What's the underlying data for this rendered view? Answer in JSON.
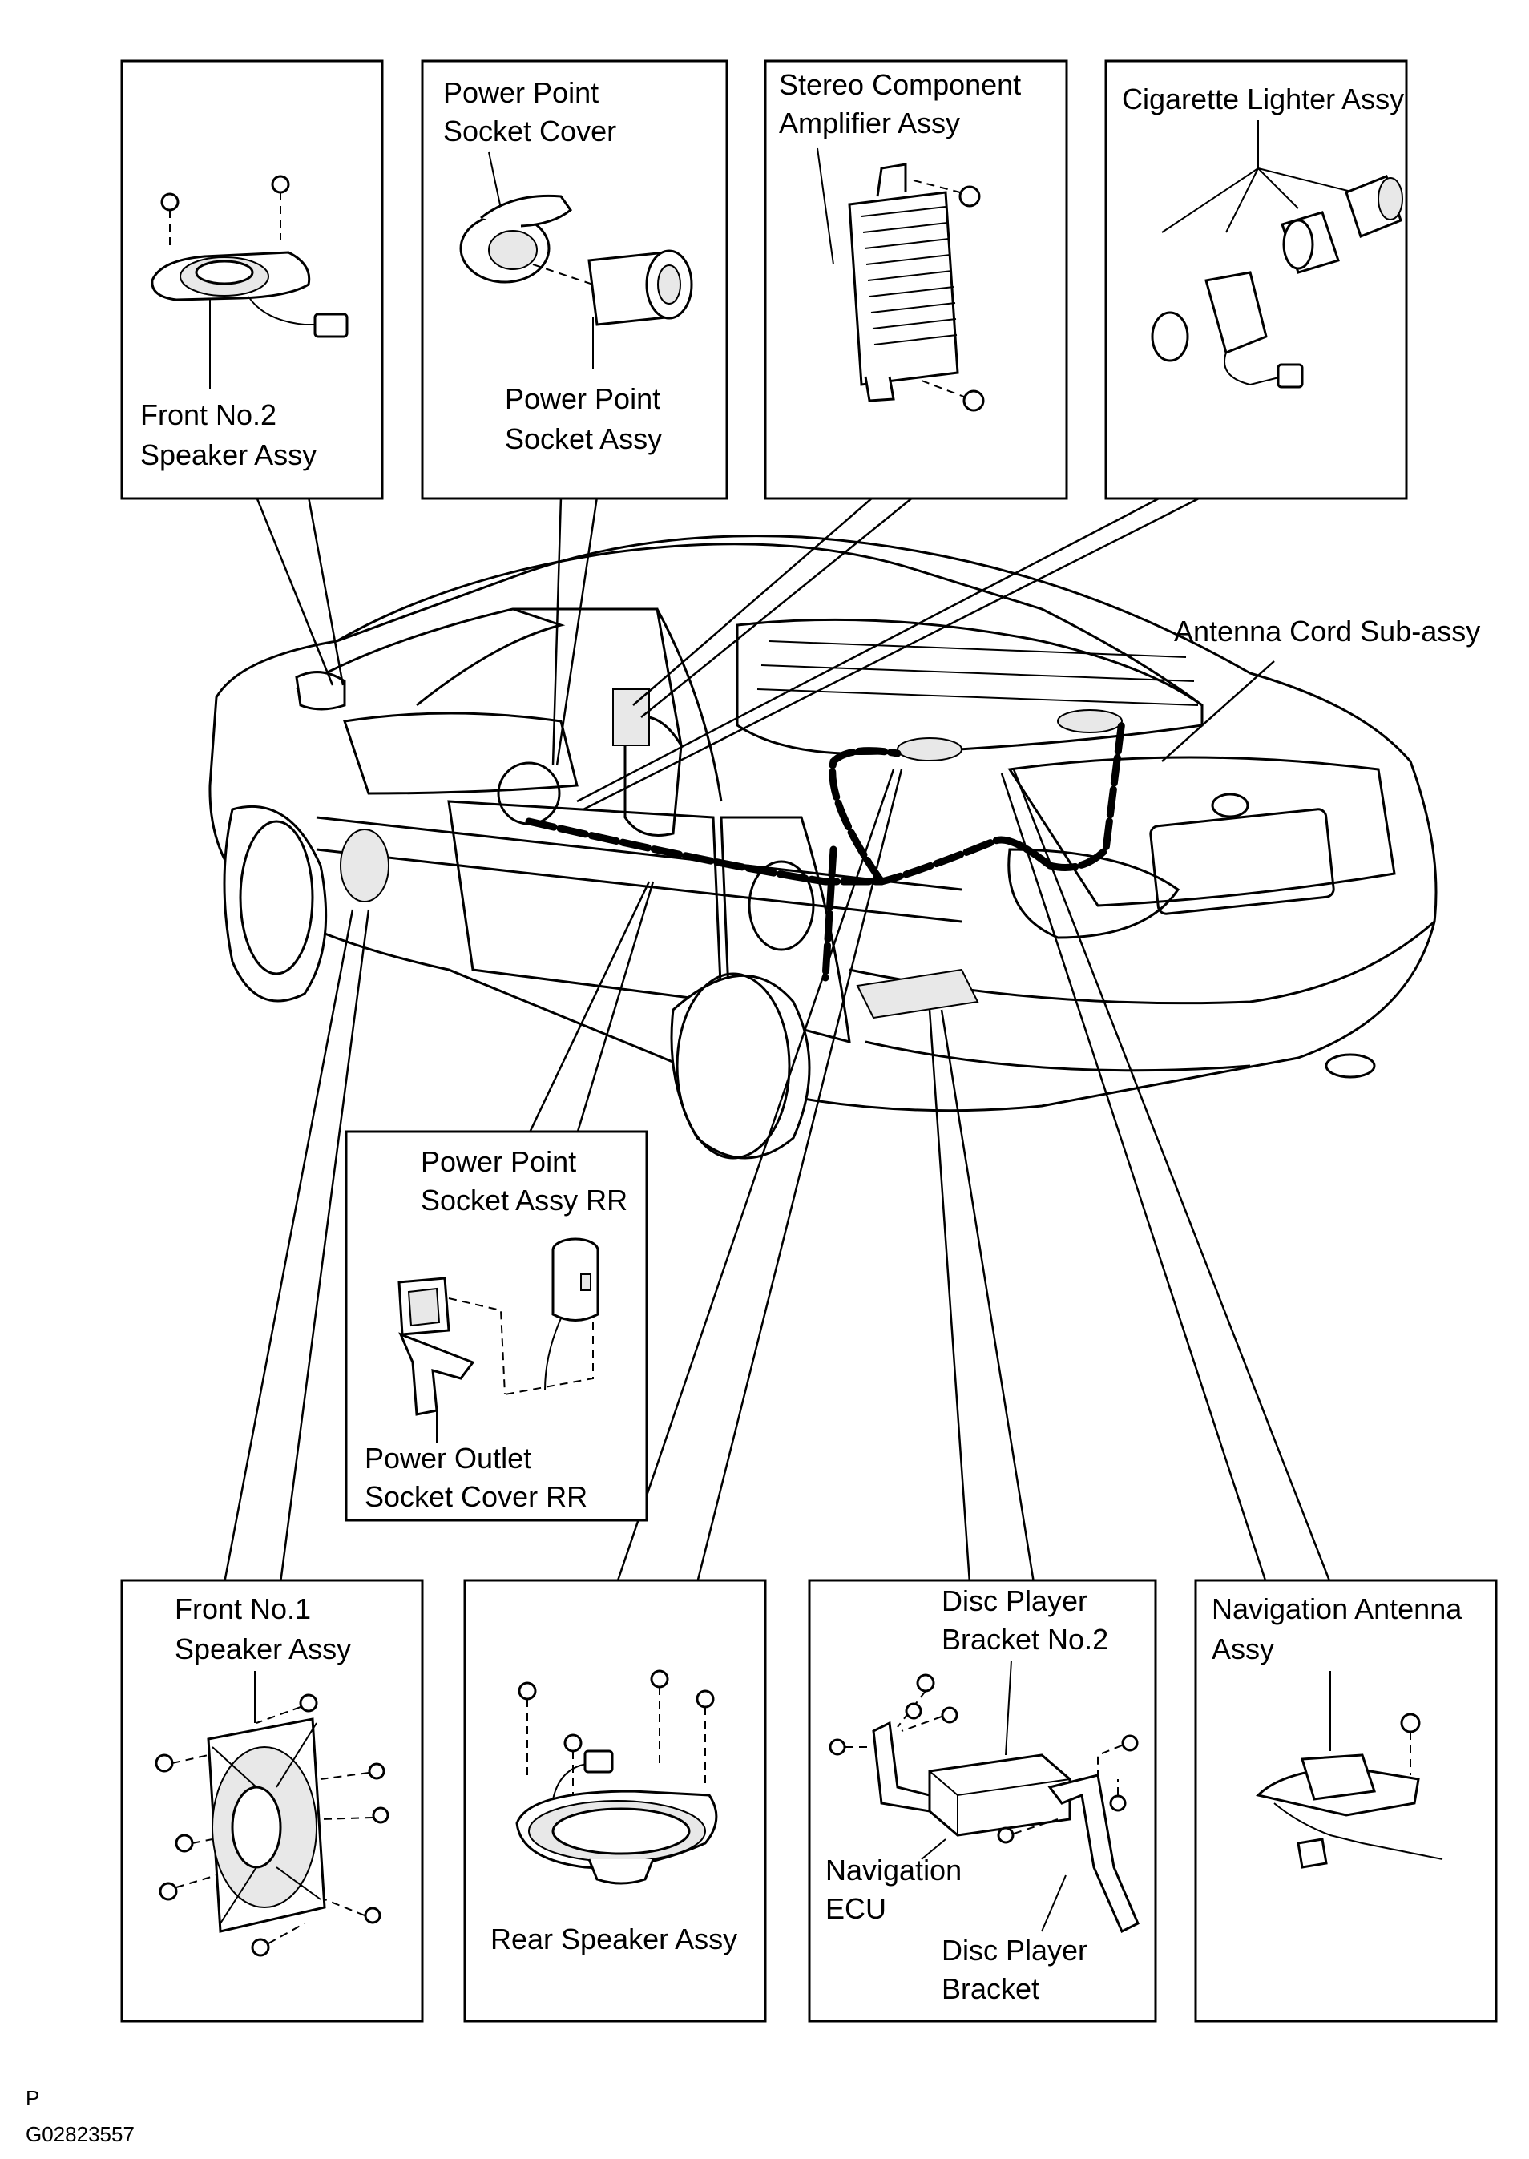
{
  "labels": {
    "front_no2_speaker": [
      "Front No.2",
      "Speaker Assy"
    ],
    "power_point_socket_cover": [
      "Power Point",
      "Socket Cover"
    ],
    "power_point_socket_assy": [
      "Power Point",
      "Socket Assy"
    ],
    "stereo_amplifier": [
      "Stereo Component",
      "Amplifier Assy"
    ],
    "cigarette_lighter": [
      "Cigarette Lighter Assy"
    ],
    "antenna_cord": [
      "Antenna Cord Sub-assy"
    ],
    "power_point_socket_rr": [
      "Power Point",
      "Socket Assy RR"
    ],
    "power_outlet_cover_rr": [
      "Power Outlet",
      "Socket Cover RR"
    ],
    "front_no1_speaker": [
      "Front No.1",
      "Speaker Assy"
    ],
    "rear_speaker": [
      "Rear Speaker Assy"
    ],
    "disc_player_bracket_no2": [
      "Disc Player",
      "Bracket No.2"
    ],
    "navigation_ecu": [
      "Navigation",
      "ECU"
    ],
    "disc_player_bracket": [
      "Disc Player",
      "Bracket"
    ],
    "navigation_antenna": [
      "Navigation Antenna",
      "Assy"
    ]
  },
  "footer": {
    "view_letter": "P",
    "figure_code": "G02823557"
  }
}
